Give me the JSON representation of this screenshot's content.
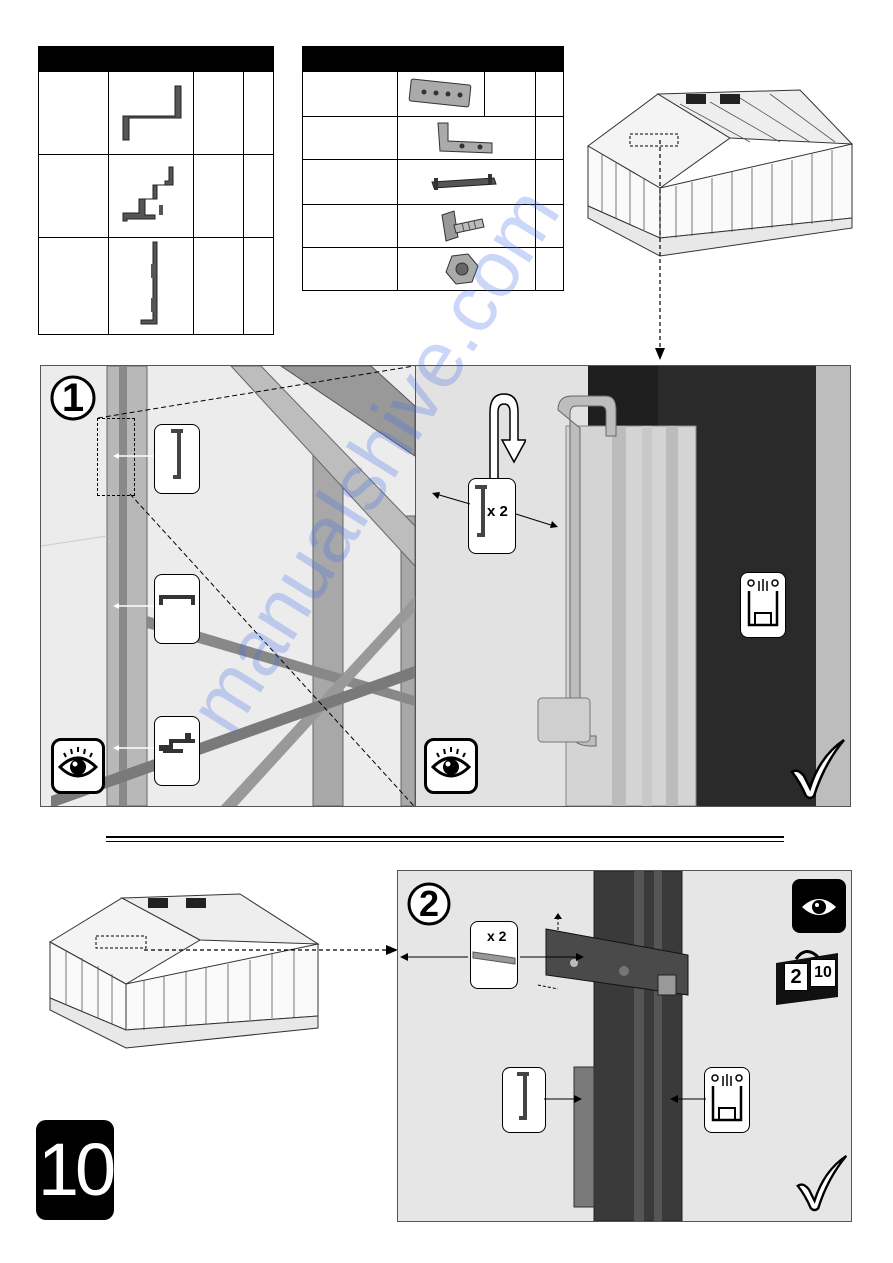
{
  "page_number": "10",
  "steps": [
    {
      "number": "1",
      "multiplier": "x 2"
    },
    {
      "number": "2",
      "multiplier": "x 2"
    }
  ],
  "badge": {
    "left": "2",
    "right": "10"
  },
  "watermark": "manualshive.com",
  "icons": {
    "eye": "eye-icon",
    "check": "checkmark-icon",
    "rotate": "rotate-arrow-icon",
    "clip": "clip-profile-icon",
    "bracket": "u-bracket-icon",
    "strip": "connector-strip-icon",
    "bolt": "bolt-icon",
    "nut": "nut-icon",
    "profile": "profile-section-icon"
  }
}
